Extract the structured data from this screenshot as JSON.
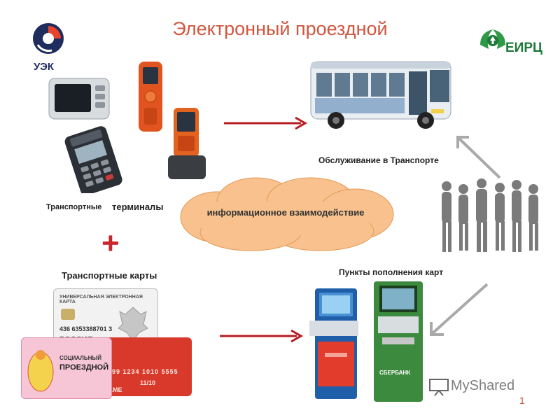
{
  "slide": {
    "title": "Электронный проездной",
    "page_number": "1"
  },
  "logos": {
    "left": {
      "text": "УЭК"
    },
    "right": {
      "text": "ЕИРЦ"
    }
  },
  "labels": {
    "terminals_small": "Транспортные",
    "terminals_large": "терминалы",
    "transport_service": "Обслуживание в Транспорте",
    "cloud": "информационное взаимодействие",
    "cards": "Транспортные карты",
    "refill_points": "Пункты пополнения карт",
    "plus": "+"
  },
  "cards": {
    "top_header": "УНИВЕРСАЛЬНАЯ ЭЛЕКТРОННАЯ КАРТА",
    "top_number": "436 6353388701 3",
    "top_country": "РОССИЯ",
    "bottom_number": "4199 1234 1010 5555",
    "bottom_date": "11/10",
    "bottom_name": "NAME",
    "social_line1": "СОЦИАЛЬНЫЙ",
    "social_line2": "ПРОЕЗДНОЙ"
  },
  "atm": {
    "brand": "СБЕРБАНК"
  },
  "watermark": {
    "text": "MyShared"
  },
  "colors": {
    "title": "#d0563f",
    "arrow_red": "#b51d22",
    "arrow_gray": "#a9a9a9",
    "cloud_fill": "#f8c18d",
    "plus": "#c9262c"
  }
}
